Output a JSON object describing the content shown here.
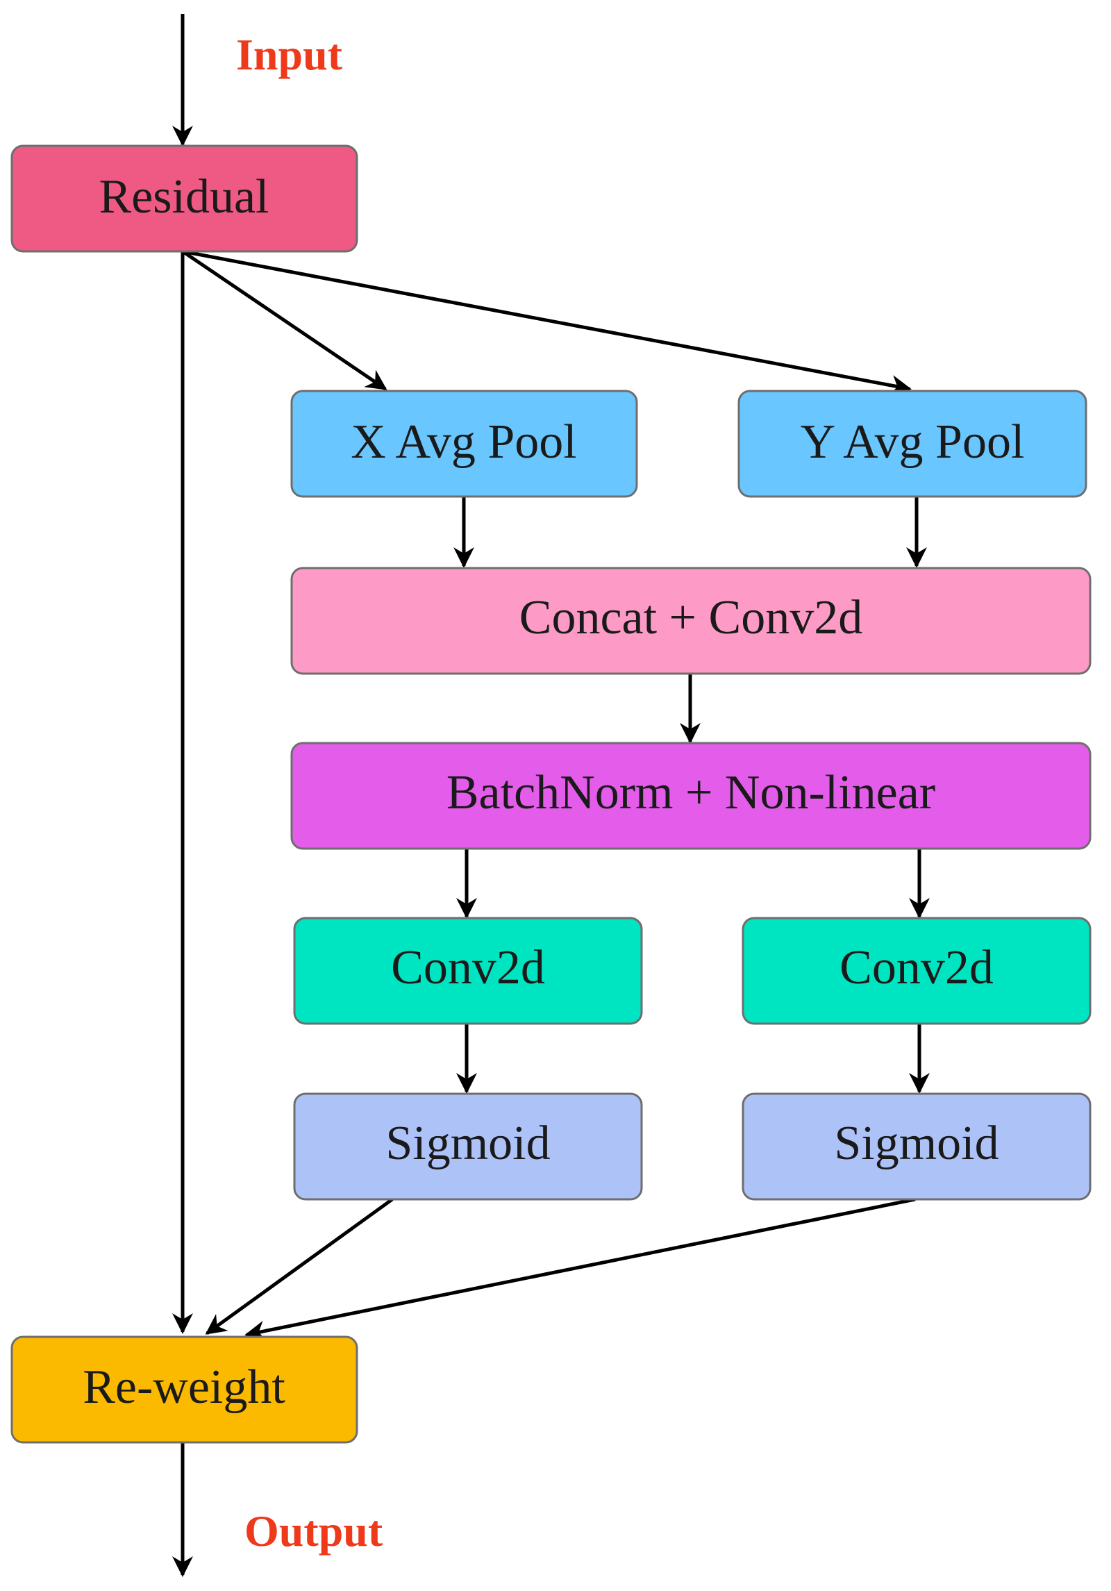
{
  "diagram": {
    "input_label": "Input",
    "output_label": "Output",
    "nodes": {
      "residual": "Residual",
      "x_avg_pool": "X Avg Pool",
      "y_avg_pool": "Y Avg Pool",
      "concat_conv": "Concat + Conv2d",
      "batchnorm": "BatchNorm + Non-linear",
      "conv2d_left": "Conv2d",
      "conv2d_right": "Conv2d",
      "sigmoid_left": "Sigmoid",
      "sigmoid_right": "Sigmoid",
      "reweight": "Re-weight"
    }
  },
  "colors": {
    "io_text": "#ee3a1b",
    "residual": "#ef5a84",
    "avg_pool": "#6ac6fe",
    "concat_conv": "#fd9bc6",
    "batchnorm": "#e35cea",
    "conv2d": "#00e5c1",
    "sigmoid": "#adc2f7",
    "reweight": "#fbba00"
  }
}
